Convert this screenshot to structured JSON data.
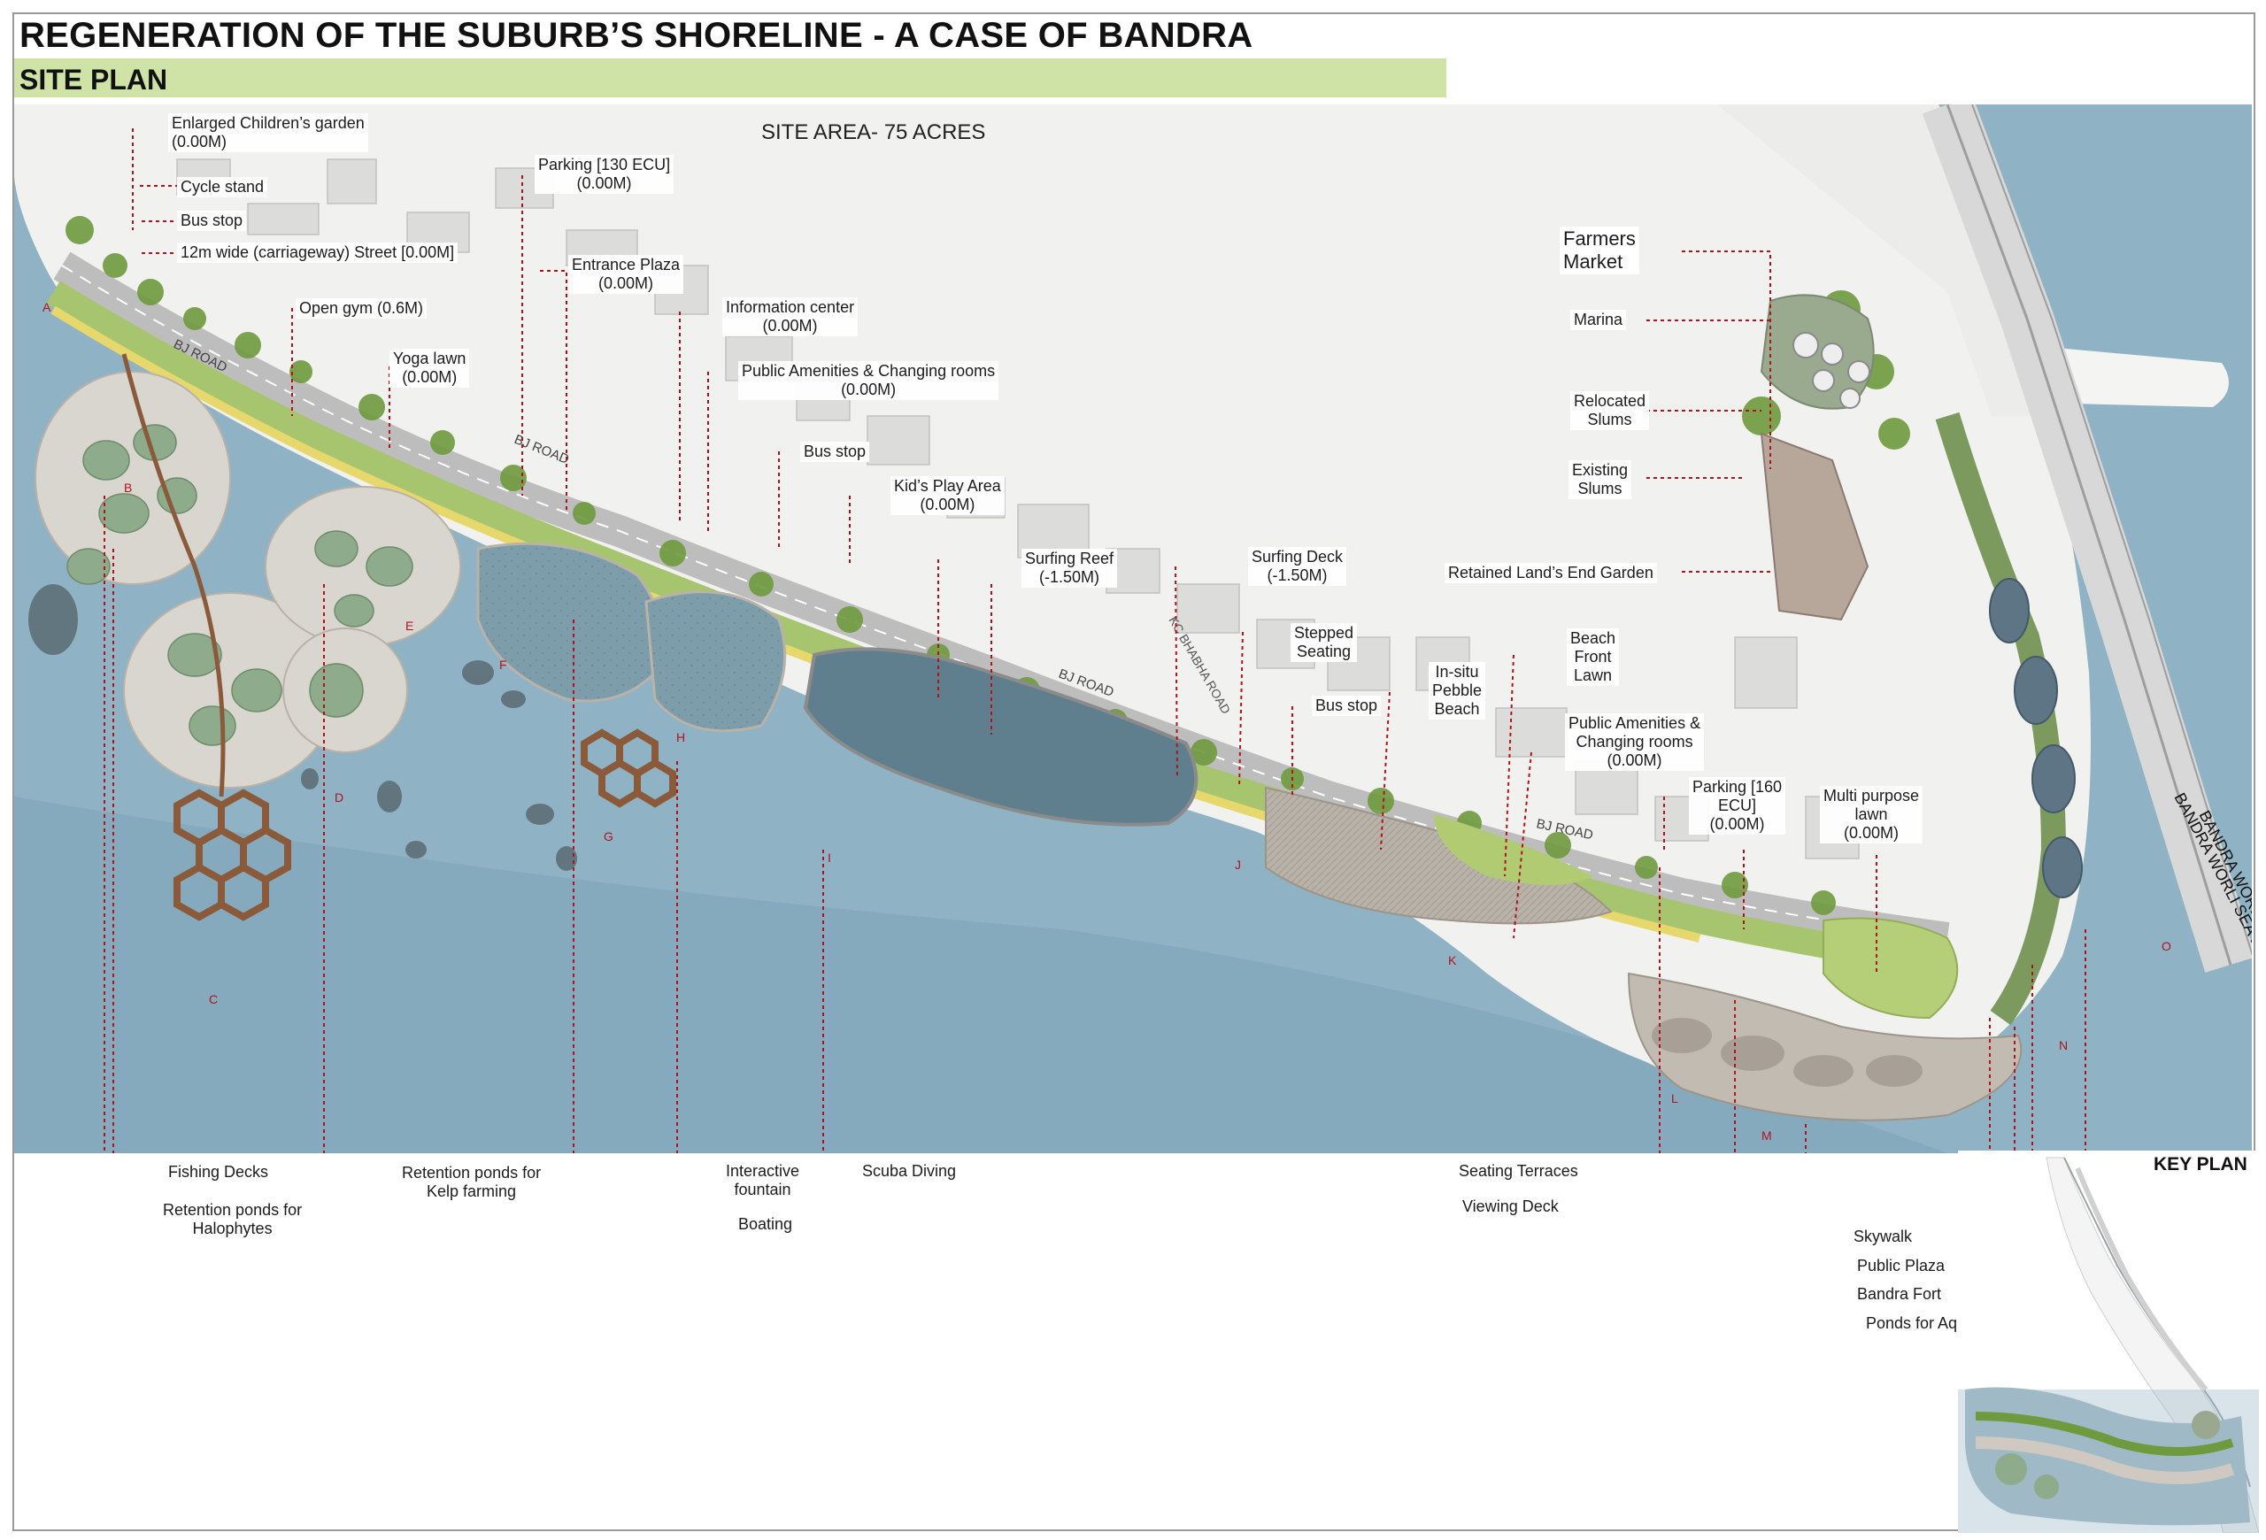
{
  "header": {
    "title": "REGENERATION OF THE SUBURB’S SHORELINE - A CASE OF BANDRA",
    "subtitle": "SITE PLAN",
    "site_area": "SITE AREA- 75 ACRES"
  },
  "road_labels": {
    "bj_road": "BJ ROAD",
    "kc_road": "KC BHABHA ROAD",
    "sea_link": "BANDRA WORLI SEA LINK"
  },
  "labels": {
    "childrens_garden": "Enlarged Children’s garden\n(0.00M)",
    "cycle_stand": "Cycle stand",
    "bus_stop_1": "Bus stop",
    "street": "12m wide (carriageway) Street [0.00M]",
    "open_gym": "Open gym (0.6M)",
    "yoga_lawn": "Yoga lawn\n(0.00M)",
    "parking_130": "Parking [130 ECU]\n(0.00M)",
    "entrance_plaza": "Entrance Plaza\n(0.00M)",
    "info_center": "Information center\n(0.00M)",
    "public_amenities_1": "Public Amenities & Changing rooms\n(0.00M)",
    "bus_stop_2": "Bus stop",
    "kids_play": "Kid’s Play Area\n(0.00M)",
    "surfing_reef": "Surfing Reef\n(-1.50M)",
    "surfing_deck": "Surfing Deck\n(-1.50M)",
    "stepped_seating": "Stepped\nSeating",
    "bus_stop_3": "Bus stop",
    "pebble_beach": "In-situ\nPebble\nBeach",
    "beach_lawn": "Beach\nFront\nLawn",
    "public_amenities_2": "Public Amenities &\nChanging rooms\n(0.00M)",
    "parking_160": "Parking [160\nECU]\n(0.00M)",
    "multi_lawn": "Multi purpose\nlawn\n(0.00M)",
    "farmers_market": "Farmers\nMarket",
    "marina": "Marina",
    "relocated_slums": "Relocated\nSlums",
    "existing_slums": "Existing\nSlums",
    "lands_end": "Retained Land’s End Garden",
    "fishing_decks": "Fishing Decks",
    "halophytes": "Retention ponds for\nHalophytes",
    "kelp": "Retention ponds for\nKelp farming",
    "interactive_fountain": "Interactive\nfountain",
    "scuba": "Scuba Diving",
    "boating": "Boating",
    "seating_terraces": "Seating Terraces",
    "viewing_deck": "Viewing Deck",
    "skywalk": "Skywalk",
    "public_plaza": "Public Plaza",
    "bandra_fort": "Bandra Fort",
    "aquaculture": "Ponds for Aquaculture"
  },
  "section_markers": [
    "A",
    "B",
    "C",
    "D",
    "E",
    "F",
    "G",
    "H",
    "I",
    "J",
    "K",
    "L",
    "M",
    "N",
    "O"
  ],
  "key_plan": {
    "title": "KEY PLAN"
  },
  "colors": {
    "sea": "#8fb3c4",
    "sea_deep": "#6d97ad",
    "land": "#f1f1ef",
    "green": "#95bb5e",
    "tree": "#6f9a3e",
    "promenade": "#e6d86c",
    "road": "#bdbdbd",
    "pond": "#7f9eae",
    "leader": "#b3121b",
    "subtitle_band": "#cfe3a6"
  }
}
